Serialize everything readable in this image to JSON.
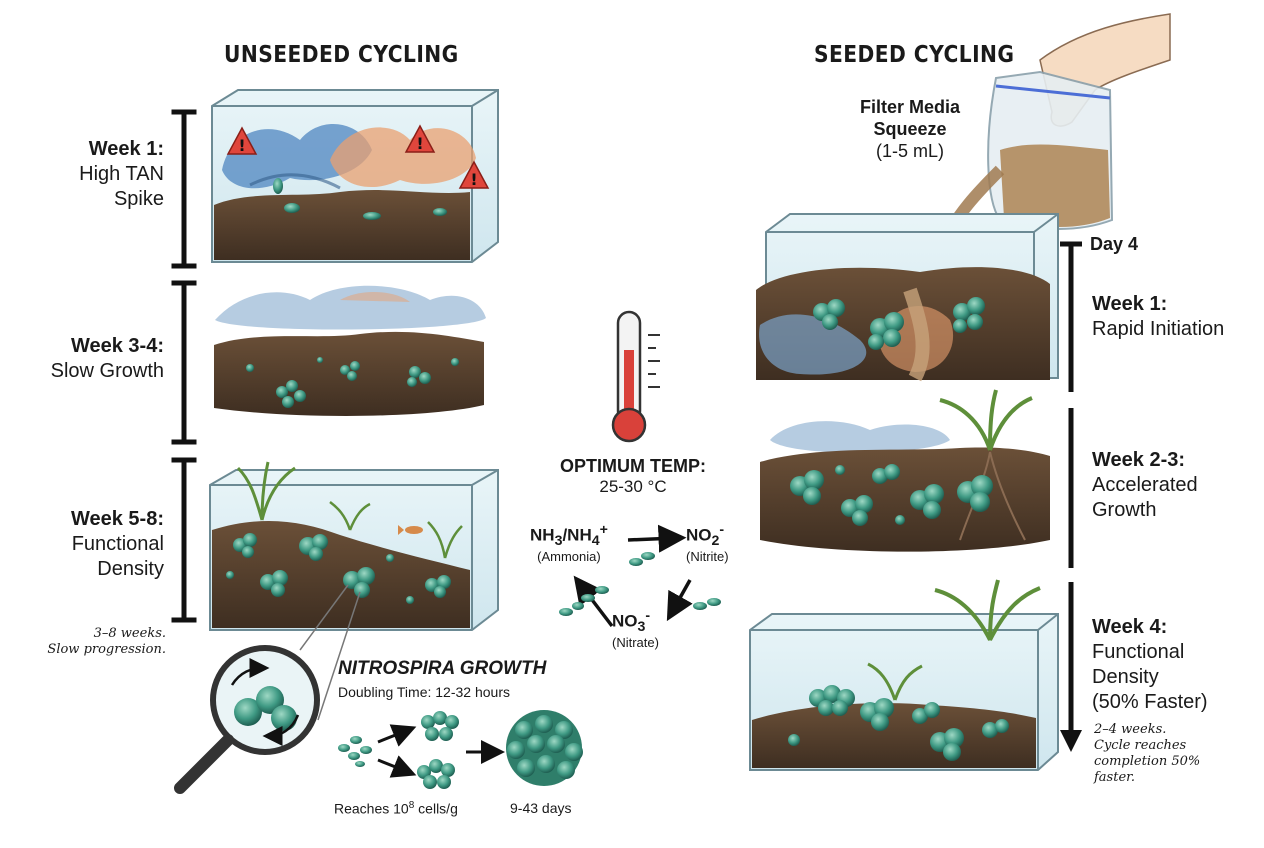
{
  "unseeded": {
    "title": "UNSEEDED CYCLING",
    "stages": [
      {
        "title": "Week 1:",
        "lines": [
          "High TAN",
          "Spike"
        ]
      },
      {
        "title": "Week 3-4:",
        "lines": [
          "Slow Growth"
        ]
      },
      {
        "title": "Week 5-8:",
        "lines": [
          "Functional",
          "Density"
        ]
      }
    ],
    "note_lines": [
      "3–8 weeks.",
      "Slow progression."
    ]
  },
  "seeded": {
    "title": "SEEDED CYCLING",
    "squeeze": {
      "title_lines": [
        "Filter Media",
        "Squeeze"
      ],
      "amount": "(1-5 mL)"
    },
    "day_label": "Day 4",
    "stages": [
      {
        "title": "Week 1:",
        "lines": [
          "Rapid Initiation"
        ]
      },
      {
        "title": "Week 2-3:",
        "lines": [
          "Accelerated",
          "Growth"
        ]
      },
      {
        "title": "Week 4:",
        "lines": [
          "Functional",
          "Density",
          "(50% Faster)"
        ]
      }
    ],
    "note_lines": [
      "2–4 weeks.",
      "Cycle reaches",
      "completion 50%",
      "faster."
    ]
  },
  "temperature": {
    "title": "OPTIMUM TEMP:",
    "range": "25-30 °C"
  },
  "nitrogen_cycle": {
    "ammonia": {
      "formula_main": "NH",
      "formula_sub": "3",
      "formula_mid": "/NH",
      "formula_sub2": "4",
      "formula_sup": "+",
      "name": "(Ammonia)"
    },
    "nitrite": {
      "formula_main": "NO",
      "formula_sub": "2",
      "formula_sup": "-",
      "name": "(Nitrite)"
    },
    "nitrate": {
      "formula_main": "NO",
      "formula_sub": "3",
      "formula_sup": "-",
      "name": "(Nitrate)"
    }
  },
  "nitrospira": {
    "title": "NITROSPIRA GROWTH",
    "doubling": "Doubling Time: 12-32 hours",
    "reaches_prefix": "Reaches 10",
    "reaches_exp": "8",
    "reaches_suffix": " cells/g",
    "days": "9-43 days"
  },
  "colors": {
    "soil": "#5a4330",
    "soil_dark": "#3e2e21",
    "bacteria": "#3f9a84",
    "bacteria_dark": "#1f5f52",
    "water": "#d7ecf2",
    "blue_cloud": "#4f86c0",
    "orange_cloud": "#e9a070",
    "warning": "#e0463c",
    "plant": "#5e8f3a",
    "thermo_red": "#d9413a"
  }
}
